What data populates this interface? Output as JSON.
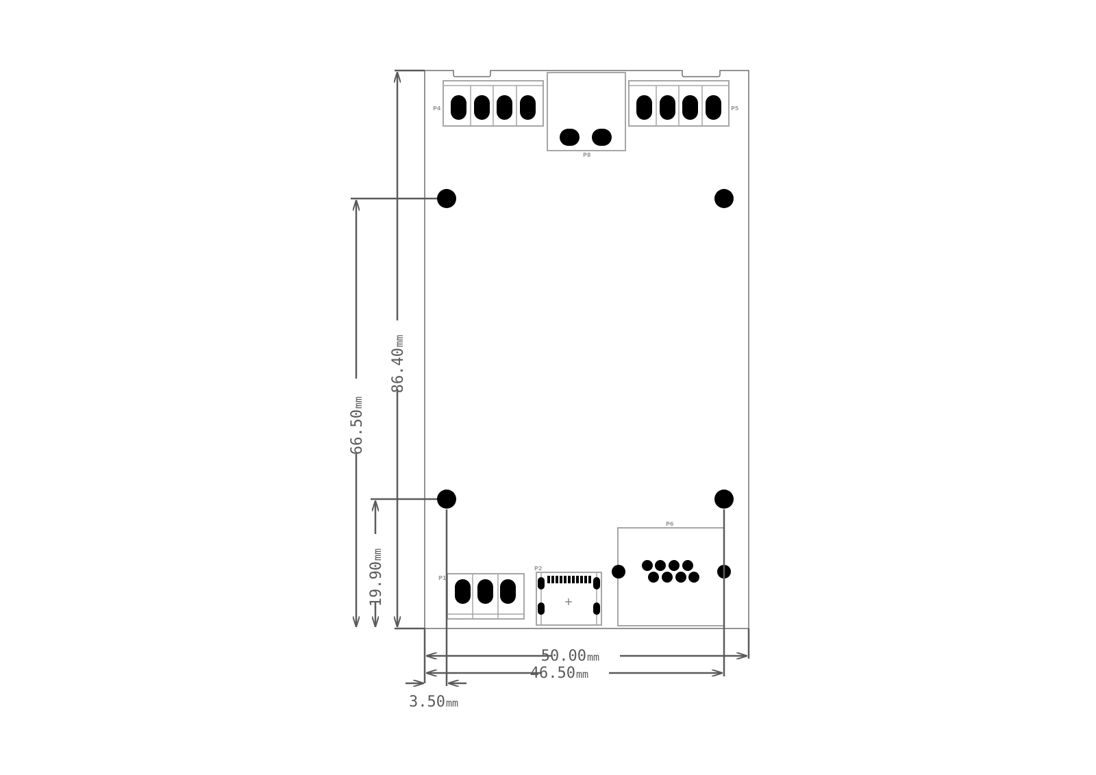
{
  "dimensions": {
    "width_total": {
      "value": "50.00",
      "unit": "mm"
    },
    "hole_spacing_x": {
      "value": "46.50",
      "unit": "mm"
    },
    "hole_offset_x": {
      "value": "3.50",
      "unit": "mm"
    },
    "height_total": {
      "value": "86.40",
      "unit": "mm"
    },
    "hole_spacing_y": {
      "value": "66.50",
      "unit": "mm"
    },
    "hole_offset_y": {
      "value": "19.90",
      "unit": "mm"
    }
  },
  "connectors": {
    "p1": "P1",
    "p2": "P2",
    "p4": "P4",
    "p5": "P5",
    "p6": "P6",
    "p8": "P8"
  },
  "colors": {
    "outline": "#6e6e6e",
    "silkscreen": "#a6a6a6",
    "pad": "#000000",
    "dimension": "#5a5a5a"
  }
}
